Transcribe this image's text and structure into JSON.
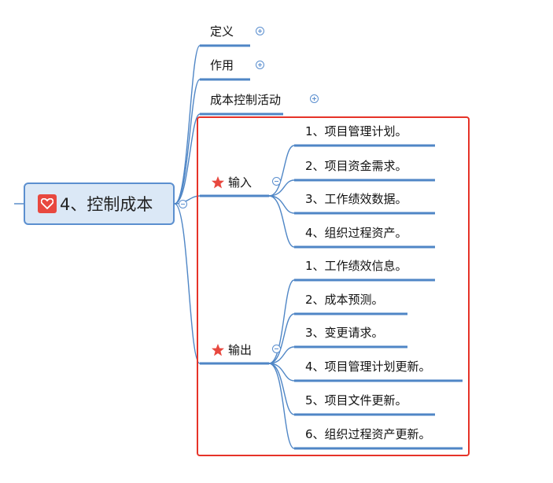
{
  "root": {
    "label": "4、控制成本",
    "icon": "heart-icon"
  },
  "top_branches": [
    {
      "label": "定义",
      "expander": "plus"
    },
    {
      "label": "作用",
      "expander": "plus"
    },
    {
      "label": "成本控制活动",
      "expander": "plus"
    }
  ],
  "inputs": {
    "label": "输入",
    "marker": "star-icon",
    "expander": "minus",
    "items": [
      "1、项目管理计划。",
      "2、项目资金需求。",
      "3、工作绩效数据。",
      "4、组织过程资产。"
    ]
  },
  "outputs": {
    "label": "输出",
    "marker": "star-icon",
    "expander": "minus",
    "items": [
      "1、工作绩效信息。",
      "2、成本预测。",
      "3、变更请求。",
      "4、项目管理计划更新。",
      "5、项目文件更新。",
      "6、组织过程资产更新。"
    ]
  },
  "colors": {
    "line": "#4f86c6",
    "root_fill": "#dbe8f6",
    "root_border": "#5b8fcf",
    "highlight": "#e63328",
    "star": "#e8483f"
  }
}
